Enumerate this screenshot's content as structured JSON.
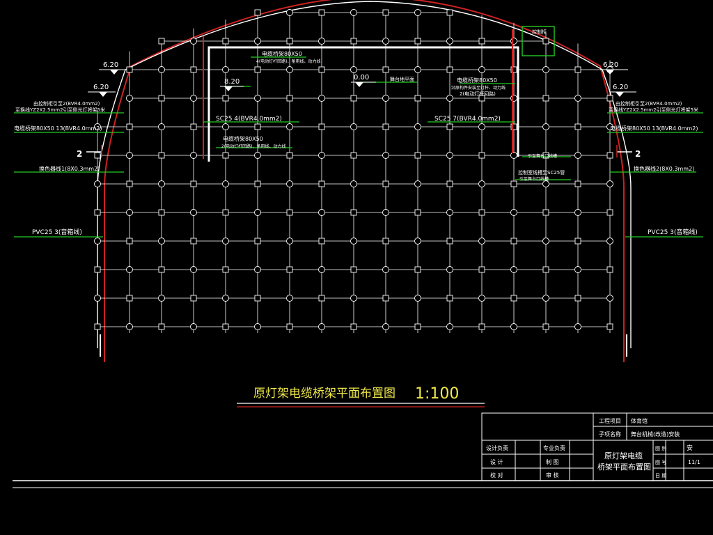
{
  "drawing_title": "原灯架电缆桥架平面布置图",
  "drawing_scale": "1:100",
  "elevations": {
    "left_upper": "6.20",
    "left_lower": "6.20",
    "right_upper": "6.20",
    "right_lower": "6.20",
    "stage": "0.00",
    "inner": "8.20"
  },
  "stage_plane_label": "舞台地平面",
  "section_mark": "2",
  "annotations": {
    "tray_top": "电缆桥架80X50",
    "tray_top_sub": "4(电动灯杆回路)、备用线、动力线",
    "box_label": "控制柜",
    "right_tray": "电缆桥架80X50",
    "right_tray_sub1": "沿原构件安装至灯杆、动力线",
    "right_tray_sub2": "2(电动灯杆回路)",
    "left_sc25": "SC25  4(BVR4.0mm2)",
    "left_tray2": "电缆桥架80X50",
    "left_tray2_sub": "2(电动灯杆回路)、备用线、动力线",
    "right_sc25": "SC25  7(BVR4.0mm2)",
    "right_note1": "引至舞台口线槽",
    "right_note2": "控制室线槽至SC25管",
    "right_note3": "引至舞台口线槽",
    "left_1a": "由控制柜引至2(BVR4.0mm2)",
    "left_1b": "至换线YZ2X2.5mm2引至侧光灯将架5米",
    "left_2": "电缆桥架80X50  13(BVR4.0mm2)",
    "left_3": "换色器线1(8X0.3mm2)",
    "left_4": "PVC25  3(音箱线)",
    "right_1a": "由控制柜引至2(BVR4.0mm2)",
    "right_1b": "至换线YZ2X2.5mm2引至侧光灯将架5米",
    "right_2": "电缆桥架80X50  13(BVR4.0mm2)",
    "right_3": "换色器线2(8X0.3mm2)",
    "right_4": "PVC25  3(音箱线)"
  },
  "title_block": {
    "project_label": "工程项目",
    "project_value": "体育馆",
    "subproject_label": "子项名称",
    "subproject_value": "舞台机械(改造)安装",
    "design_head": "设计负责",
    "specialty_head": "专业负责",
    "design": "设    计",
    "drafting": "制    图",
    "proofread": "校    对",
    "review": "审    核",
    "sheet_title_1": "原灯架电缆",
    "sheet_title_2": "桥架平面布置图",
    "category_label": "图  别",
    "category_value": "安",
    "number_label": "图  号",
    "number_value": "11/1",
    "date_label": "日  期"
  },
  "colors": {
    "background": "#000000",
    "grid": "#ffffff",
    "annotation": "#ffffff",
    "leader": "#22cc22",
    "boundary": "#cc2222",
    "highlight_text": "#f0e94a"
  }
}
